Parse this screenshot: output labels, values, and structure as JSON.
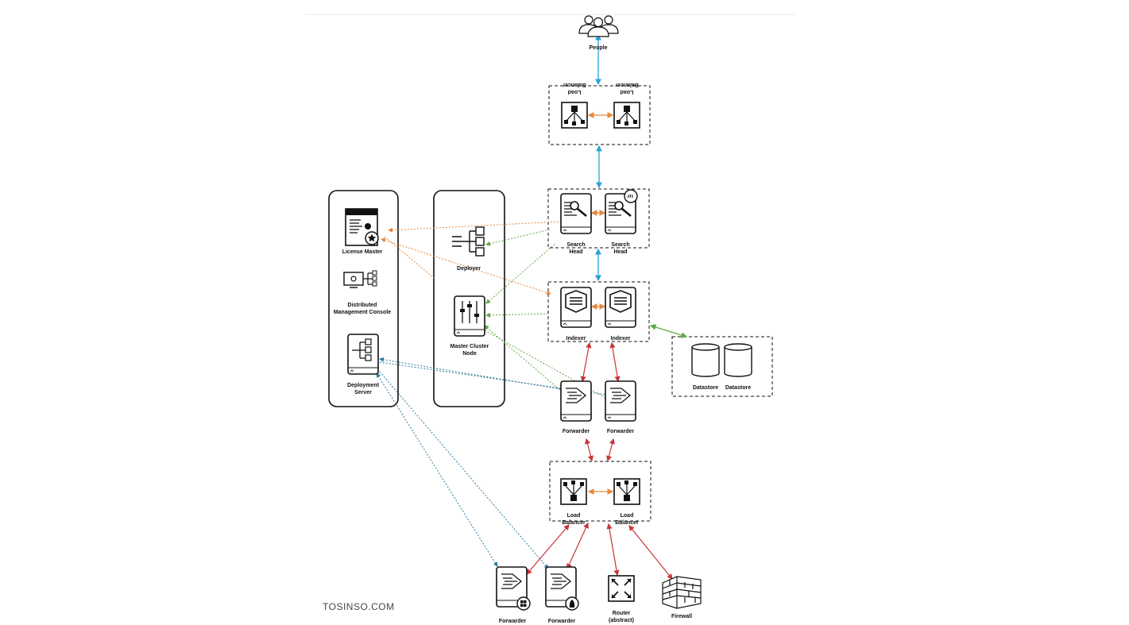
{
  "labels": {
    "people": "People",
    "lb_top_1": "Load Balancer",
    "lb_top_2": "Load Balancer",
    "search_head_1": "Search Head",
    "search_head_2": "Search Head",
    "indexer_1": "Indexer",
    "indexer_2": "Indexer",
    "datastore_1": "Datastore",
    "datastore_2": "Datastore",
    "forwarder_mid_1": "Forwarder",
    "forwarder_mid_2": "Forwarder",
    "lb_bottom_1": "Load Balancer",
    "lb_bottom_2": "Load Balancer",
    "forwarder_win": "Forwarder",
    "forwarder_linux": "Forwarder",
    "router": "Router (abstract)",
    "firewall": "Firewall",
    "license_master": "License Master",
    "dmc": "Distributed Management Console",
    "deployment_server": "Deployment Server",
    "deployer": "Deployer",
    "master_cluster_node": "Master Cluster Node"
  },
  "watermark": "TOSINSO.COM",
  "colors": {
    "blue": "#2aa3d6",
    "orange": "#e8873a",
    "red": "#c8333a",
    "green": "#5fa845",
    "teal": "#2f7c9e",
    "stroke": "#111111"
  }
}
